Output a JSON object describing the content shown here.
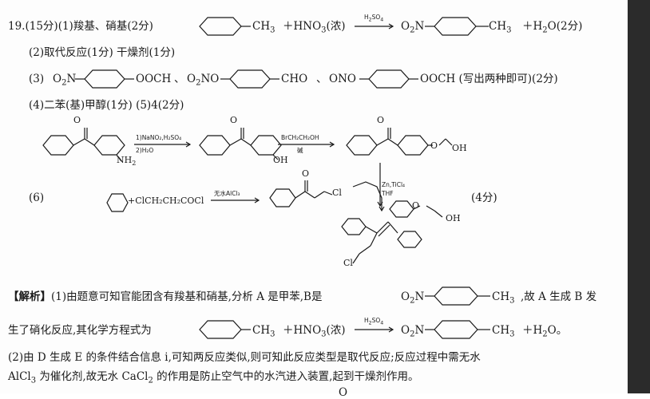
{
  "q19": {
    "num": "19.",
    "score": "(15分)",
    "p1_head": "(1)羧基、硝基(2分)",
    "eq_ch3": "CH",
    "eq_ch3_sub": "3",
    "eq_plus_hno3": "＋HNO",
    "eq_hno3_sub": "3",
    "eq_conc": "(浓)",
    "eq_cond_top": "H",
    "eq_cond_sub": "2",
    "eq_cond_rest": "SO",
    "eq_cond_sub2": "4",
    "eq_o2n": "O",
    "eq_o2n_sub": "2",
    "eq_o2n_n": "N",
    "eq_prod_ch3": "CH",
    "eq_prod_ch3_sub": "3",
    "eq_water": "＋H",
    "eq_water_sub": "2",
    "eq_water_rest": "O(2分)",
    "p2": "(2)取代反应(1分)    干燥剂(1分)",
    "p3_label": "(3)",
    "p3_a_o2n": "O",
    "p3_a_sub": "2",
    "p3_a_n": "N",
    "p3_a_end": "OOCH",
    "p3_sep1": "、",
    "p3_b_o2no": "O",
    "p3_b_sub": "2",
    "p3_b_no": "NO",
    "p3_b_end": "CHO",
    "p3_sep2": "、",
    "p3_c_ono": "ONO",
    "p3_c_end": "OOCH (写出两种即可)(2分)",
    "p4": "(4)二苯(基)甲醇(1分)  (5)4(2分)",
    "p6_label": "(6)",
    "p6_score": "(4分)",
    "syn": {
      "o1": "O",
      "nh2": "NH",
      "nh2_sub": "2",
      "step1_top": "1)NaNO₂,H₂SO₄",
      "step1_bot": "2)H₂O",
      "o2": "O",
      "oh1": "OH",
      "step2_top": "BrCH₂CH₂OH",
      "step2_bot": "碱",
      "o3": "O",
      "oh2": "OH",
      "reagent": "+ClCH₂CH₂COCl",
      "step3_top": "无水AlCl₃",
      "o4": "O",
      "cl1": "Cl",
      "step4_top": "Zn,TiCl₄",
      "step4_bot": "THF",
      "o5": "O",
      "oh3": "OH",
      "cl2": "Cl"
    }
  },
  "analysis": {
    "tag": "【解析】",
    "l1_a": "(1)由题意可知官能团含有羧基和硝基,分析 A 是甲苯,B是",
    "l1_o2n": "O",
    "l1_o2n_sub": "2",
    "l1_n": "N",
    "l1_ch3": "CH",
    "l1_ch3_sub": "3",
    "l1_b": ",故 A 生成 B 发",
    "l2_a": "生了硝化反应,其化学方程式为",
    "l2_ch3": "CH",
    "l2_ch3_sub": "3",
    "l2_hno3": "＋HNO",
    "l2_hno3_sub": "3",
    "l2_conc": "(浓)",
    "l2_cond": "H",
    "l2_cond_sub": "2",
    "l2_cond_rest": "SO",
    "l2_cond_sub2": "4",
    "l2_o2n": "O",
    "l2_o2n_sub": "2",
    "l2_n": "N",
    "l2_pch3": "CH",
    "l2_pch3_sub": "3",
    "l2_water": "＋H",
    "l2_water_sub": "2",
    "l2_water_rest": "O。",
    "l3": "(2)由 D 生成 E 的条件结合信息 i,可知两反应类似,则可知此反应类型是取代反应;反应过程中需无水",
    "l4_a": "AlCl",
    "l4_sub1": "3",
    "l4_b": " 为催化剂,故无水 CaCl",
    "l4_sub2": "2",
    "l4_c": " 的作用是防止空气中的水汽进入装置,起到干燥剂作用。",
    "l5": "O"
  }
}
